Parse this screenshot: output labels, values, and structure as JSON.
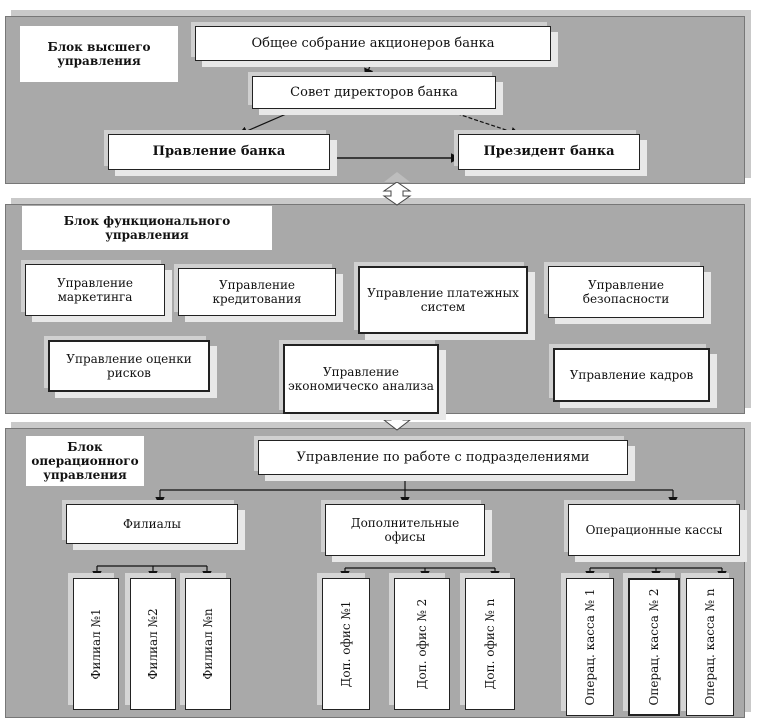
{
  "blocks": {
    "top": {
      "label": "Блок высшего управления",
      "general_meeting": "Общее собрание акционеров банка",
      "board_of_directors": "Совет директоров банка",
      "management_board": "Правление банка",
      "president": "Президент банка"
    },
    "functional": {
      "label": "Блок функционального управления",
      "units": [
        "Управление маркетинга",
        "Управление кредитования",
        "Управление платежных систем",
        "Управление безопасности",
        "Управление оценки рисков",
        "Управление экономическо анализа",
        "Управление кадров"
      ]
    },
    "operational": {
      "label": "Блок операционного управления",
      "divisions_management": "Управление по работе с подразделениями",
      "groups": [
        {
          "name": "Филиалы",
          "items": [
            "Филиал №1",
            "Филиал №2",
            "Филиал №n"
          ]
        },
        {
          "name": "Дополнительные офисы",
          "items": [
            "Доп. офис №1",
            "Доп. офис № 2",
            "Доп. офис № n"
          ]
        },
        {
          "name": "Операционные кассы",
          "items": [
            "Операц. касса № 1",
            "Операц. касса № 2",
            "Операц. касса № n"
          ]
        }
      ]
    }
  }
}
